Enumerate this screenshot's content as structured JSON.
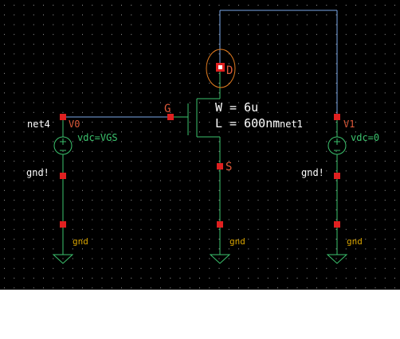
{
  "colors": {
    "background": "#000000",
    "grid_dot": "#9a9a9a",
    "wire": "#7aa7e8",
    "device": "#3cc36e",
    "pin": "#e02020",
    "pin_label": "#e05a3a",
    "net_label": "#ffffff",
    "ground_label": "#d9a400",
    "highlight": "#e07a20"
  },
  "transistor": {
    "width_label": "W = 6u",
    "length_label": "L = 600nm",
    "gate_pin": "G",
    "drain_pin": "D",
    "source_pin": "S",
    "drain_net": "net1"
  },
  "sources": [
    {
      "net": "net4",
      "pin": "V0",
      "param": "vdc=VGS",
      "gnd_net": "gnd!",
      "gnd_label": "gnd"
    },
    {
      "net": "",
      "pin": "V1",
      "param": "vdc=0",
      "gnd_net": "gnd!",
      "gnd_label": "gnd"
    }
  ],
  "transistor_ground": {
    "gnd_label": "gnd"
  }
}
